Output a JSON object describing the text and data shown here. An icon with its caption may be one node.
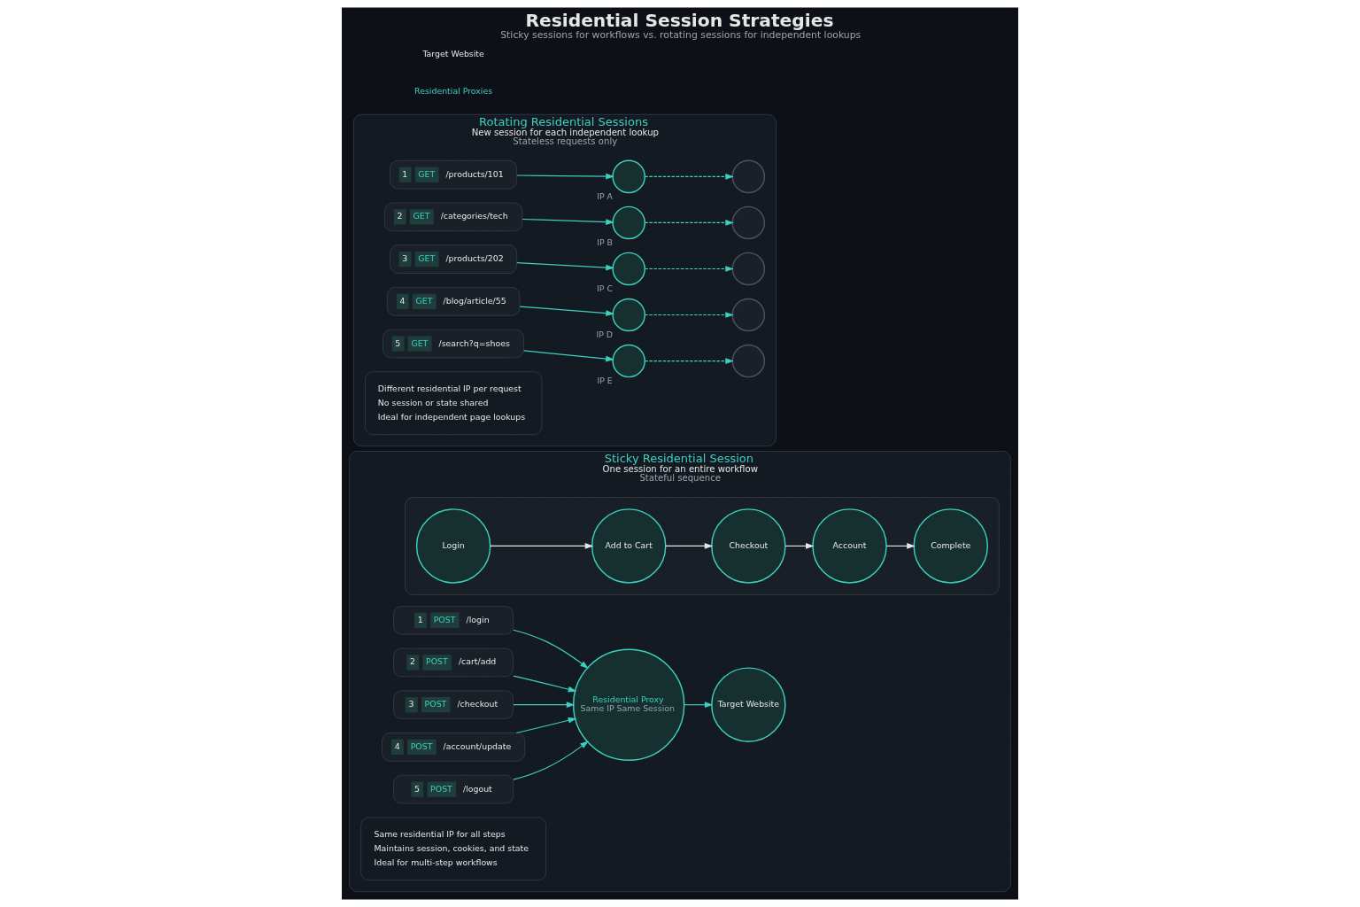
{
  "diagram": {
    "title": "Residential Session Strategies",
    "caption": "Sticky sessions for workflows vs. rotating sessions for independent lookups",
    "nodes": [
      {
        "text": [
          "Sticky Residential Session",
          "One session for an entire workflow",
          "Stateful sequence"
        ]
      },
      {
        "text": [],
        "shape": "box",
        "in": 0
      },
      {
        "text": [
          "Login"
        ],
        "in": 1
      },
      {
        "text": [
          "Add to Cart"
        ],
        "in": 1
      },
      {
        "text": [
          "Checkout"
        ],
        "in": 1
      },
      {
        "text": [
          "Account"
        ],
        "in": 1
      },
      {
        "text": [
          "Complete"
        ],
        "in": 1
      },
      {
        "text": [
          "1",
          "POST",
          "/login"
        ],
        "in": 0
      },
      {
        "text": [
          "2",
          "POST",
          "/cart/add"
        ],
        "in": 0
      },
      {
        "text": [
          "3",
          "POST",
          "/checkout"
        ],
        "in": 0
      },
      {
        "text": [
          "4",
          "POST",
          "/account/update"
        ],
        "in": 0
      },
      {
        "text": [
          "5",
          "POST",
          "/logout"
        ],
        "in": 0
      },
      {
        "text": [
          "Residential Proxy",
          "Same IP Same Session"
        ],
        "in": 0
      },
      {
        "text": [
          "Target Website"
        ],
        "in": 0
      },
      {
        "text": [
          "Same residential IP for all steps",
          "Maintains session, cookies, and state",
          "Ideal for multi-step workflows"
        ],
        "in": 0
      },
      {
        "text": [
          "Rotating Residential Sessions",
          "New session for each independent lookup",
          "Stateless requests only"
        ]
      },
      {
        "text": [
          "1",
          "GET",
          "/products/101"
        ],
        "in": 15
      },
      {
        "text": [
          "2",
          "GET",
          "/categories/tech"
        ],
        "in": 15
      },
      {
        "text": [
          "3",
          "GET",
          "/products/202"
        ],
        "in": 15
      },
      {
        "text": [
          "4",
          "GET",
          "/blog/article/55"
        ],
        "in": 15
      },
      {
        "text": [
          "5",
          "GET",
          "/search?q=shoes"
        ],
        "in": 15
      },
      {
        "text": [],
        "shape": "circle",
        "beside": [
          "IP A"
        ],
        "in": 15
      },
      {
        "text": [],
        "shape": "circle",
        "beside": [
          "IP B"
        ],
        "in": 15
      },
      {
        "text": [],
        "shape": "circle",
        "beside": [
          "IP C"
        ],
        "in": 15
      },
      {
        "text": [],
        "shape": "circle",
        "beside": [
          "IP D"
        ],
        "in": 15
      },
      {
        "text": [],
        "shape": "circle",
        "beside": [
          "IP E"
        ],
        "in": 15
      },
      {
        "text": [],
        "shape": "circle",
        "in": 15
      },
      {
        "text": [],
        "shape": "circle",
        "in": 15
      },
      {
        "text": [],
        "shape": "circle",
        "in": 15
      },
      {
        "text": [],
        "shape": "circle",
        "in": 15
      },
      {
        "text": [],
        "shape": "circle",
        "in": 15
      },
      {
        "text": [
          "Different residential IP per request",
          "No session or state shared",
          "Ideal for independent page lookups"
        ],
        "in": 15
      }
    ],
    "edges": [
      {
        "from": 2,
        "to": 3,
        "arrow": "to",
        "color": "#e6e6e6"
      },
      {
        "from": 3,
        "to": 4,
        "arrow": "to",
        "color": "#e6e6e6"
      },
      {
        "from": 4,
        "to": 5,
        "arrow": "to",
        "color": "#e6e6e6"
      },
      {
        "from": 5,
        "to": 6,
        "arrow": "to",
        "color": "#e6e6e6"
      },
      {
        "from": 7,
        "to": 12,
        "arrow": "to"
      },
      {
        "from": 8,
        "to": 12,
        "arrow": "to"
      },
      {
        "from": 9,
        "to": 12,
        "arrow": "to"
      },
      {
        "from": 10,
        "to": 12,
        "arrow": "to"
      },
      {
        "from": 11,
        "to": 12,
        "arrow": "to"
      },
      {
        "from": 12,
        "to": 13,
        "arrow": "to"
      },
      {
        "from": 16,
        "to": 21,
        "arrow": "to"
      },
      {
        "from": 17,
        "to": 22,
        "arrow": "to"
      },
      {
        "from": 18,
        "to": 23,
        "arrow": "to"
      },
      {
        "from": 19,
        "to": 24,
        "arrow": "to"
      },
      {
        "from": 20,
        "to": 25,
        "arrow": "to"
      },
      {
        "from": 21,
        "to": 26,
        "arrow": "to",
        "style": "dashed"
      },
      {
        "from": 22,
        "to": 27,
        "arrow": "to",
        "style": "dashed"
      },
      {
        "from": 23,
        "to": 28,
        "arrow": "to",
        "style": "dashed"
      },
      {
        "from": 24,
        "to": 29,
        "arrow": "to",
        "style": "dashed"
      },
      {
        "from": 25,
        "to": 30,
        "arrow": "to",
        "style": "dashed"
      }
    ],
    "labels": [
      "Residential Proxies",
      "Target Website"
    ]
  }
}
